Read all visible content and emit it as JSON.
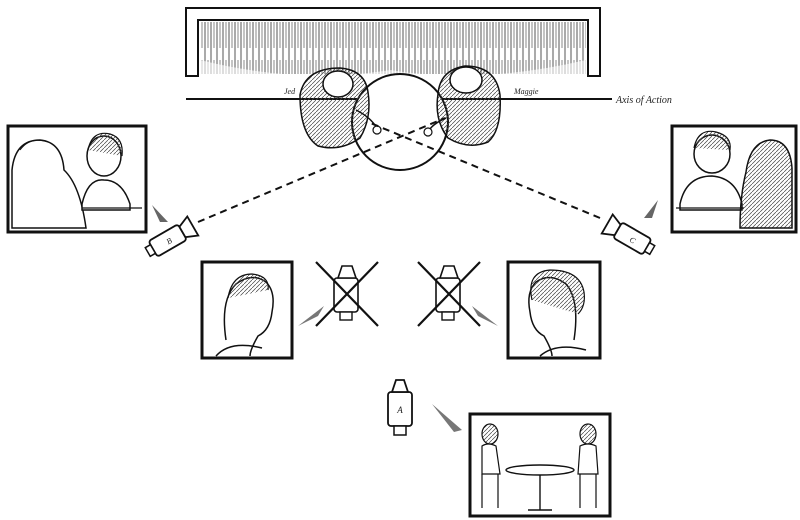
{
  "diagram": {
    "labels": {
      "left_character": "Jed",
      "right_character": "Maggie",
      "axis": "Axis of Action"
    },
    "cameras": {
      "camera_b": "B",
      "camera_c": "C",
      "camera_a": "A"
    },
    "colors": {
      "ink": "#1a1a1a",
      "paper": "#ffffff",
      "hatch": "#666666"
    }
  }
}
